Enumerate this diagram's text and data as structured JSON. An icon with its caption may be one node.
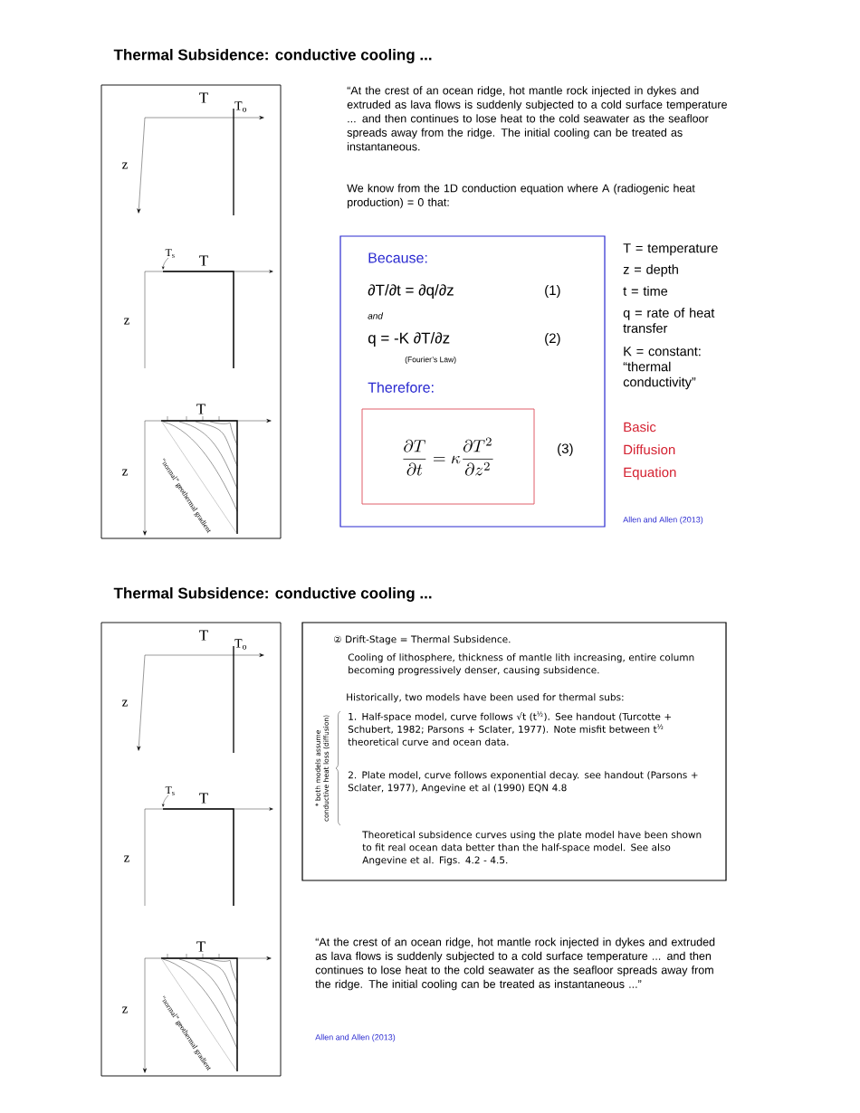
{
  "diagram": {
    "title": "Thermal Subsidence: conductive cooling ...",
    "nodes": [
      {
        "text": [
          "T",
          "T$_{o}$",
          "z",
          "T$_{s}$",
          "T",
          "z",
          "T",
          "z",
          "“normal” geothermal gradient"
        ]
      },
      {
        "text": [
          "Because:",
          "∂T/∂t = ∂q/∂z",
          "(1)",
          "and",
          "q = -K ∂T/∂z",
          "(2)",
          "(Fourier’s Law)",
          "Therefore:",
          "(3)"
        ]
      },
      {
        "text": [
          "\\frac{\\partial T}{\\partial t}=\\kappa\\frac{\\partial T^{2}}{\\partial z^{2}}"
        ],
        "in": 1
      },
      {
        "text": [
          "T",
          "T$_{o}$",
          "z",
          "T$_{s}$",
          "T",
          "z",
          "T",
          "z",
          "“normal” geothermal gradient"
        ]
      },
      {
        "text": [
          "② Drift-Stage = Thermal Subsidence.",
          "Cooling of lithosphere, thickness of mantle lith increasing, entire column becoming progressively denser, causing subsidence.",
          "Historically, two models have been used for thermal subs:",
          "1. Half-space model, curve follows √t (t$^{½}$). See handout (Turcotte + Schubert, 1982; Parsons + Sclater, 1977). Note misfit between t$^{½}$ theoretical curve and ocean data.",
          "2. Plate model, curve follows exponential decay. see handout (Parsons + Sclater, 1977), Angevine et al (1990) EQN 4.8",
          "Theoretical subsidence curves using the plate model have been shown to fit real ocean data better than the half-space model. See also Angevine et al. Figs. 4.2 - 4.5.",
          "* both models assume conductive heat loss (diffusion)"
        ]
      }
    ],
    "labels": [
      "“At the crest of an ocean ridge, hot mantle rock injected in dykes and extruded as lava flows is suddenly subjected to a cold surface temperature ... and then continues to lose heat to the cold seawater as the seafloor spreads away from the ridge. The initial cooling can be treated as instantaneous.",
      "We know from the 1D conduction equation where A (radiogenic heat production) = 0 that:",
      "T = temperature",
      "z = depth",
      "t = time",
      "q = rate of heat transfer",
      "K = constant: “thermal conductivity”",
      "Basic Diffusion Equation",
      "Allen and Allen (2013)",
      "Thermal Subsidence: conductive cooling ...",
      "“At the crest of an ocean ridge, hot mantle rock injected in dykes and extruded as lava flows is suddenly subjected to a cold surface temperature ... and then continues to lose heat to the cold seawater as the seafloor spreads away from the ridge. The initial cooling can be treated as instantaneous ...”",
      "Allen and Allen (2013)"
    ]
  }
}
